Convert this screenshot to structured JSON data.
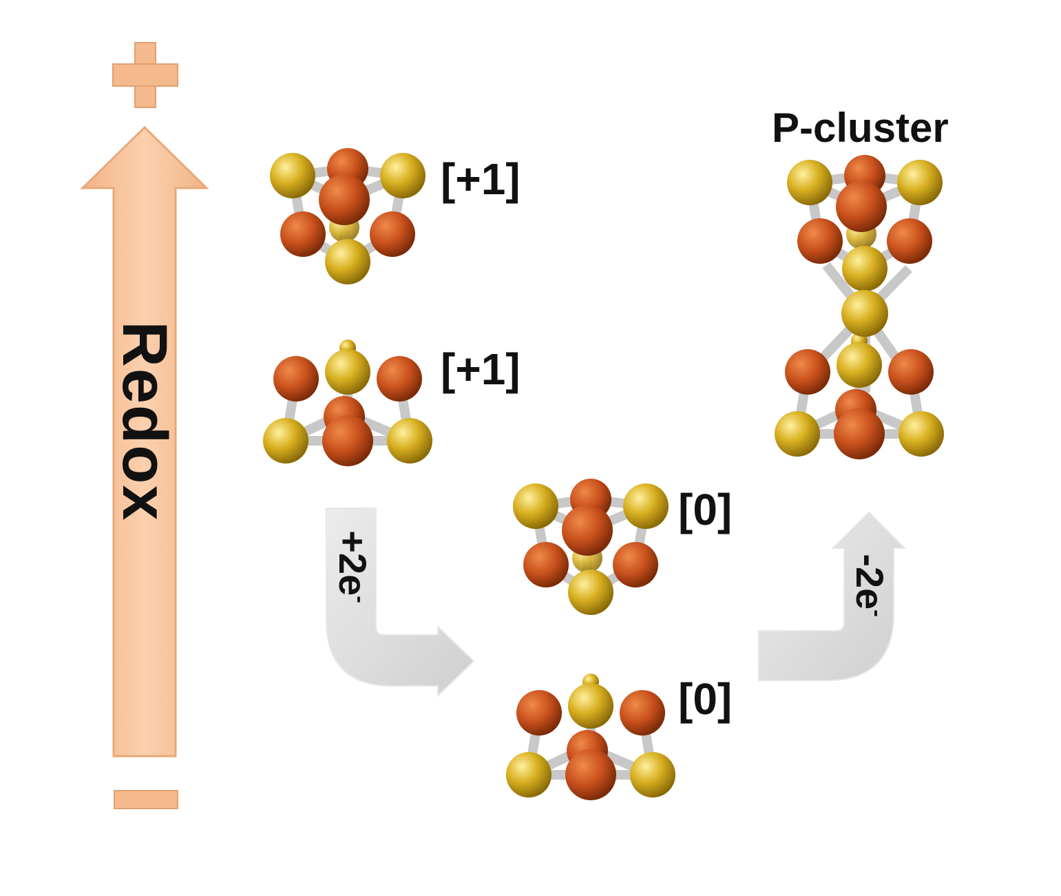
{
  "title": "P-cluster",
  "redox_label": "Redox",
  "plus_sign": "+",
  "minus_sign": "−",
  "charges": {
    "top_upper": "[+1]",
    "top_lower": "[+1]",
    "mid_upper": "[0]",
    "mid_lower": "[0]"
  },
  "transitions": {
    "reduction": {
      "prefix": "+2e",
      "sup": "-"
    },
    "oxidation": {
      "prefix": "-2e",
      "sup": "-"
    }
  },
  "colors": {
    "redox_arrow": "#f7c39a",
    "redox_arrow_stroke": "#e9a878",
    "transition_arrow": "#d9d9d9",
    "fe_atom": "#c8501c",
    "s_atom": "#d8b020",
    "bond": "#c8c8c8"
  },
  "icons": {
    "plus": "plus-sign-icon",
    "minus": "minus-sign-icon"
  }
}
